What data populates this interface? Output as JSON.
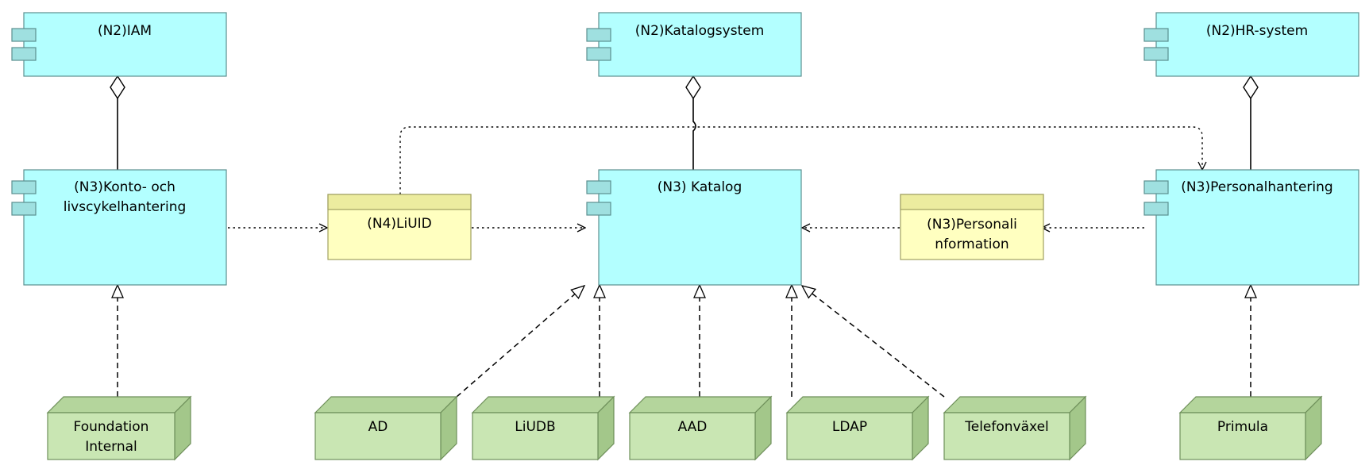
{
  "components": {
    "n2_iam": "(N2)IAM",
    "n2_katalogsystem": "(N2)Katalogsystem",
    "n2_hr_system": "(N2)HR-system",
    "n3_konto_line1": "(N3)Konto- och",
    "n3_konto_line2": "livscykelhantering",
    "n3_katalog": "(N3) Katalog",
    "n3_personalhantering": "(N3)Personalhantering"
  },
  "data_objects": {
    "n4_liuid": "(N4)LiUID",
    "n3_personal_line1": "(N3)Personali",
    "n3_personal_line2": "nformation"
  },
  "nodes": {
    "foundation_line1": "Foundation",
    "foundation_line2": "Internal",
    "ad": "AD",
    "liudb": "LiUDB",
    "aad": "AAD",
    "ldap": "LDAP",
    "telefonvaxel": "Telefonväxel",
    "primula": "Primula"
  },
  "colors": {
    "component_fill": "#b3ffff",
    "component_stroke": "#5c8f8f",
    "component_tab": "#9fe0e0",
    "data_fill": "#ffffc0",
    "data_header": "#ecec9f",
    "data_stroke": "#a0a060",
    "node_front": "#c9e6b3",
    "node_top": "#b4d59c",
    "node_side": "#a3c78a",
    "node_stroke": "#6e8f5a",
    "line": "#000000"
  }
}
